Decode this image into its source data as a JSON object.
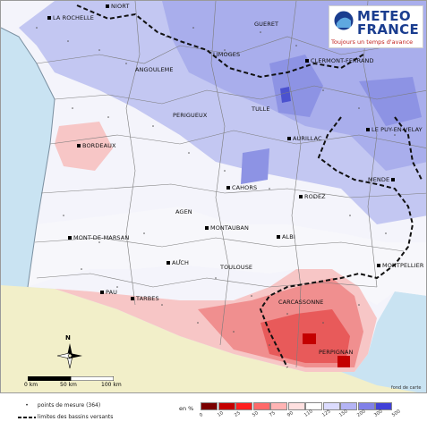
{
  "map": {
    "cities": [
      {
        "id": "la-rochelle",
        "name": "LA ROCHELLE"
      },
      {
        "id": "niort",
        "name": "NIORT"
      },
      {
        "id": "gueret",
        "name": "GUERET"
      },
      {
        "id": "angouleme",
        "name": "ANGOULEME"
      },
      {
        "id": "limoges",
        "name": "LIMOGES"
      },
      {
        "id": "clermont-ferrand",
        "name": "CLERMONT-FERRAND"
      },
      {
        "id": "perigueux",
        "name": "PERIGUEUX"
      },
      {
        "id": "tulle",
        "name": "TULLE"
      },
      {
        "id": "le-puy-en-velay",
        "name": "LE PUY-EN-VELAY"
      },
      {
        "id": "bordeaux",
        "name": "BORDEAUX"
      },
      {
        "id": "aurillac",
        "name": "AURILLAC"
      },
      {
        "id": "cahors",
        "name": "CAHORS"
      },
      {
        "id": "mende",
        "name": "MENDE"
      },
      {
        "id": "rodez",
        "name": "RODEZ"
      },
      {
        "id": "agen",
        "name": "AGEN"
      },
      {
        "id": "montauban",
        "name": "MONTAUBAN"
      },
      {
        "id": "mont-de-marsan",
        "name": "MONT-DE-MARSAN"
      },
      {
        "id": "albi",
        "name": "ALBI"
      },
      {
        "id": "auch",
        "name": "AUCH"
      },
      {
        "id": "montpellier",
        "name": "MONTPELLIER"
      },
      {
        "id": "toulouse",
        "name": "TOULOUSE"
      },
      {
        "id": "pau",
        "name": "PAU"
      },
      {
        "id": "tarbes",
        "name": "TARBES"
      },
      {
        "id": "carcassonne",
        "name": "CARCASSONNE"
      },
      {
        "id": "perpignan",
        "name": "PERPIGNAN"
      }
    ]
  },
  "logo": {
    "line1": "METEO",
    "line2": "FRANCE",
    "tagline": "Toujours un temps d'avance",
    "brand_color": "#1a3d8f",
    "tagline_color": "#c0201d"
  },
  "north": {
    "label": "N"
  },
  "scale": {
    "labels": [
      "0 km",
      "50 km",
      "100 km"
    ]
  },
  "credit": "fond de carte",
  "legend": {
    "points_label": "points de mesure (364)",
    "basins_label": "limites des bassins versants",
    "unit": "en %",
    "classes": [
      {
        "label": "0",
        "color": "#7a0000"
      },
      {
        "label": "10",
        "color": "#c40000"
      },
      {
        "label": "25",
        "color": "#ff2020"
      },
      {
        "label": "50",
        "color": "#ff6a6a"
      },
      {
        "label": "75",
        "color": "#ffb4b4"
      },
      {
        "label": "90",
        "color": "#ffe0e0"
      },
      {
        "label": "110",
        "color": "#ffffff"
      },
      {
        "label": "125",
        "color": "#dcdcff"
      },
      {
        "label": "150",
        "color": "#b4b4f5"
      },
      {
        "label": "200",
        "color": "#8080e8"
      },
      {
        "label": "300",
        "color": "#4040d8"
      },
      {
        "label": "500",
        "color": "#0000c8"
      }
    ]
  }
}
